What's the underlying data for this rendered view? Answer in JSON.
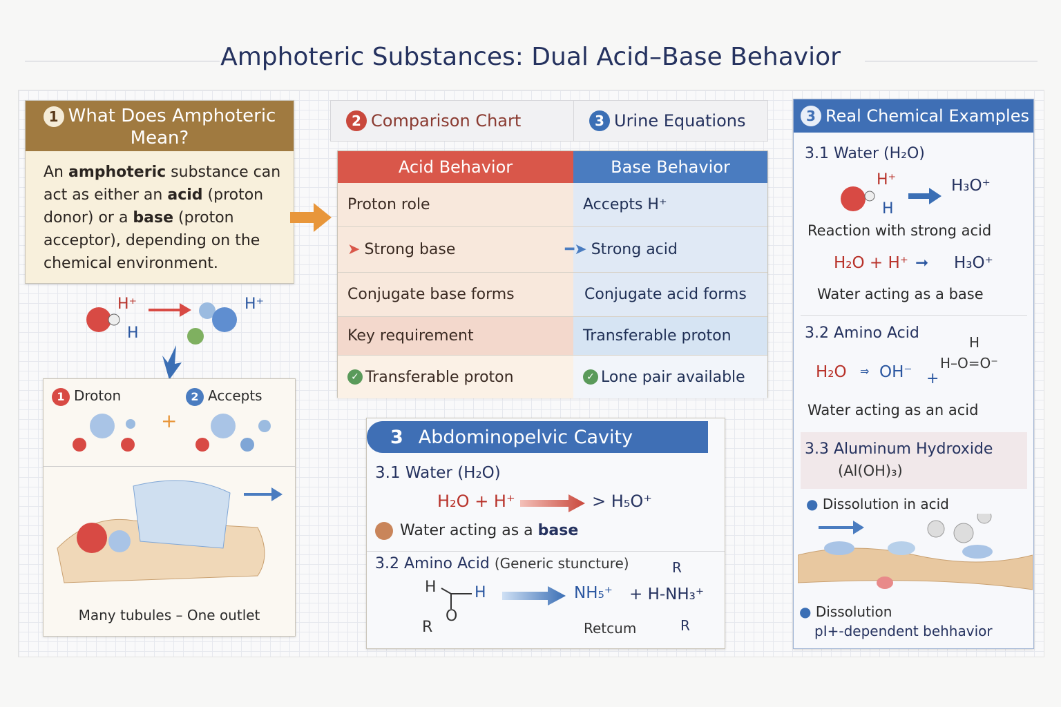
{
  "title": "Amphoteric Substances: Dual Acid–Base Behavior",
  "colors": {
    "title": "#25325f",
    "brown_header": "#a07a40",
    "acid_red": "#d9574a",
    "base_blue": "#4a7cc0",
    "arrow_orange": "#e8963a"
  },
  "definition": {
    "number": "1",
    "title": "What Does Amphoteric Mean?",
    "text_parts": [
      "An ",
      "amphoteric",
      " substance can act as either an ",
      "acid",
      " (proton donor) or a ",
      "base",
      " (proton acceptor), depending on the chemical environment."
    ]
  },
  "left_illustration": {
    "h_plus_1": "H⁺",
    "h_label": "H",
    "h_plus_2": "H⁺",
    "step1_num": "1",
    "step1_label": "Droton",
    "step2_num": "2",
    "step2_label": "Accepts",
    "caption": "Many tubules – One outlet"
  },
  "tabs": [
    {
      "number": "2",
      "label": "Comparison Chart"
    },
    {
      "number": "3",
      "label": "Urine Equations"
    }
  ],
  "comparison": {
    "headers": [
      "Acid Behavior",
      "Base Behavior"
    ],
    "rows": [
      [
        "Proton role",
        "Accepts H⁺"
      ],
      [
        "Strong base",
        "Strong acid"
      ],
      [
        "Conjugate base forms",
        "Conjugate acid forms"
      ],
      [
        "Key requirement",
        "Transferable proton"
      ],
      [
        "Transferable proton",
        "Lone pair available"
      ]
    ]
  },
  "cavity": {
    "number": "3",
    "title": "Abdominopelvic Cavity",
    "s1_title": "3.1 Water (H₂O)",
    "s1_lhs": "H₂O + H⁺",
    "s1_rhs": "> H₅O⁺",
    "s1_note_pre": "Water acting as a ",
    "s1_note_bold": "base",
    "s2_title": "3.2 Amino Acid",
    "s2_sub": "(Generic stuncture)",
    "s2_left": {
      "h1": "H",
      "h2": "H",
      "r": "R",
      "o": "O"
    },
    "s2_prod1": "NH₅⁺",
    "s2_prod2": "+ H-NH₃⁺",
    "s2_r_top": "R",
    "s2_r_bot": "R",
    "s2_caption": "Retcum"
  },
  "examples": {
    "number": "3",
    "title": "Real Chemical Examples",
    "water": {
      "title": "3.1  Water (H₂O)",
      "h_plus": "H⁺",
      "product": "H₃O⁺",
      "h": "H",
      "reaction_pre": "Reaction with ",
      "reaction_bold": "strong acid",
      "equation_lhs": "H₂O + H⁺",
      "equation_rhs": "H₃O⁺",
      "note_pre": "Water acting as a ",
      "note_bold": "base"
    },
    "amino": {
      "title": "3.2 Amino Acid",
      "lhs": "H₂O",
      "rhs": "OH⁻",
      "plus": "+",
      "struct": "H–O=O⁻",
      "h_top": "H",
      "note_pre": "Water acting as an ",
      "note_bold": "acid"
    },
    "aluminum": {
      "title": "3.3 Aluminum Hydroxide",
      "formula": "(Al(OH)₃)",
      "bullet1": "Dissolution in acid",
      "bullet2": "Dissolution",
      "bullet2_sub": "pI+-dependent behhavior"
    }
  }
}
